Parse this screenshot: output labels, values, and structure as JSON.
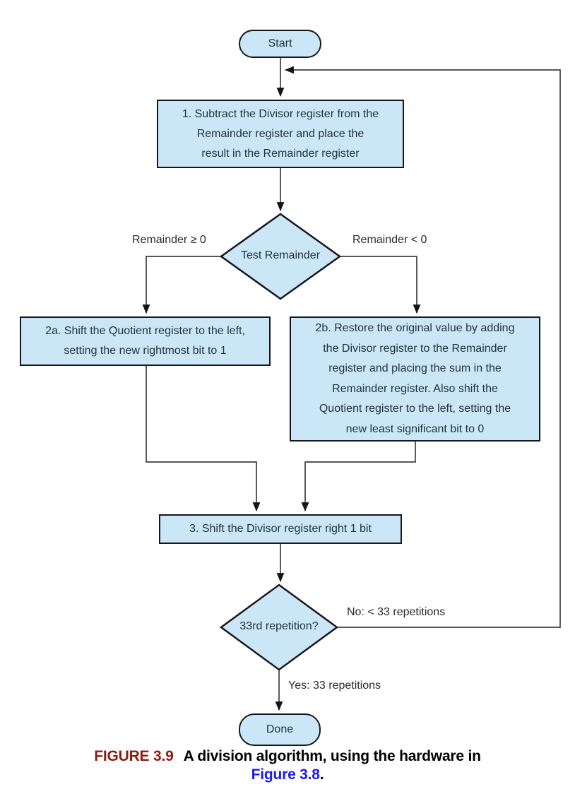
{
  "colors": {
    "shape_fill": "#cbe7f7",
    "shape_border": "#16161e",
    "shape_text": "#223240",
    "connector": "#3f3f3f",
    "caption_figure_label": "#8e1d12",
    "caption_link": "#1b1bf0"
  },
  "nodes": {
    "start": {
      "label": "Start"
    },
    "step1": {
      "lines": [
        "1.  Subtract the Divisor register from the",
        "Remainder register and place the",
        "result in the Remainder register"
      ]
    },
    "test_remainder": {
      "label": "Test Remainder"
    },
    "step2a": {
      "lines": [
        "2a.  Shift the Quotient register to the left,",
        "setting the new rightmost bit to 1"
      ]
    },
    "step2b": {
      "lines": [
        "2b.  Restore the original value by adding",
        "the Divisor register to the Remainder",
        "register and placing the sum in the",
        "Remainder register. Also shift the",
        "Quotient register to the left, setting the",
        "new least significant bit to 0"
      ]
    },
    "step3": {
      "label": "3.  Shift the Divisor register right 1 bit"
    },
    "repetition_test": {
      "label": "33rd repetition?"
    },
    "done": {
      "label": "Done"
    }
  },
  "edge_labels": {
    "remainder_ge_zero": "Remainder ≥ 0",
    "remainder_lt_zero": "Remainder < 0",
    "no_branch": "No: < 33 repetitions",
    "yes_branch": "Yes: 33 repetitions"
  },
  "caption": {
    "figure_label": "FIGURE 3.9",
    "text": "A division algorithm, using the hardware in",
    "link": "Figure 3.8",
    "period": "."
  }
}
